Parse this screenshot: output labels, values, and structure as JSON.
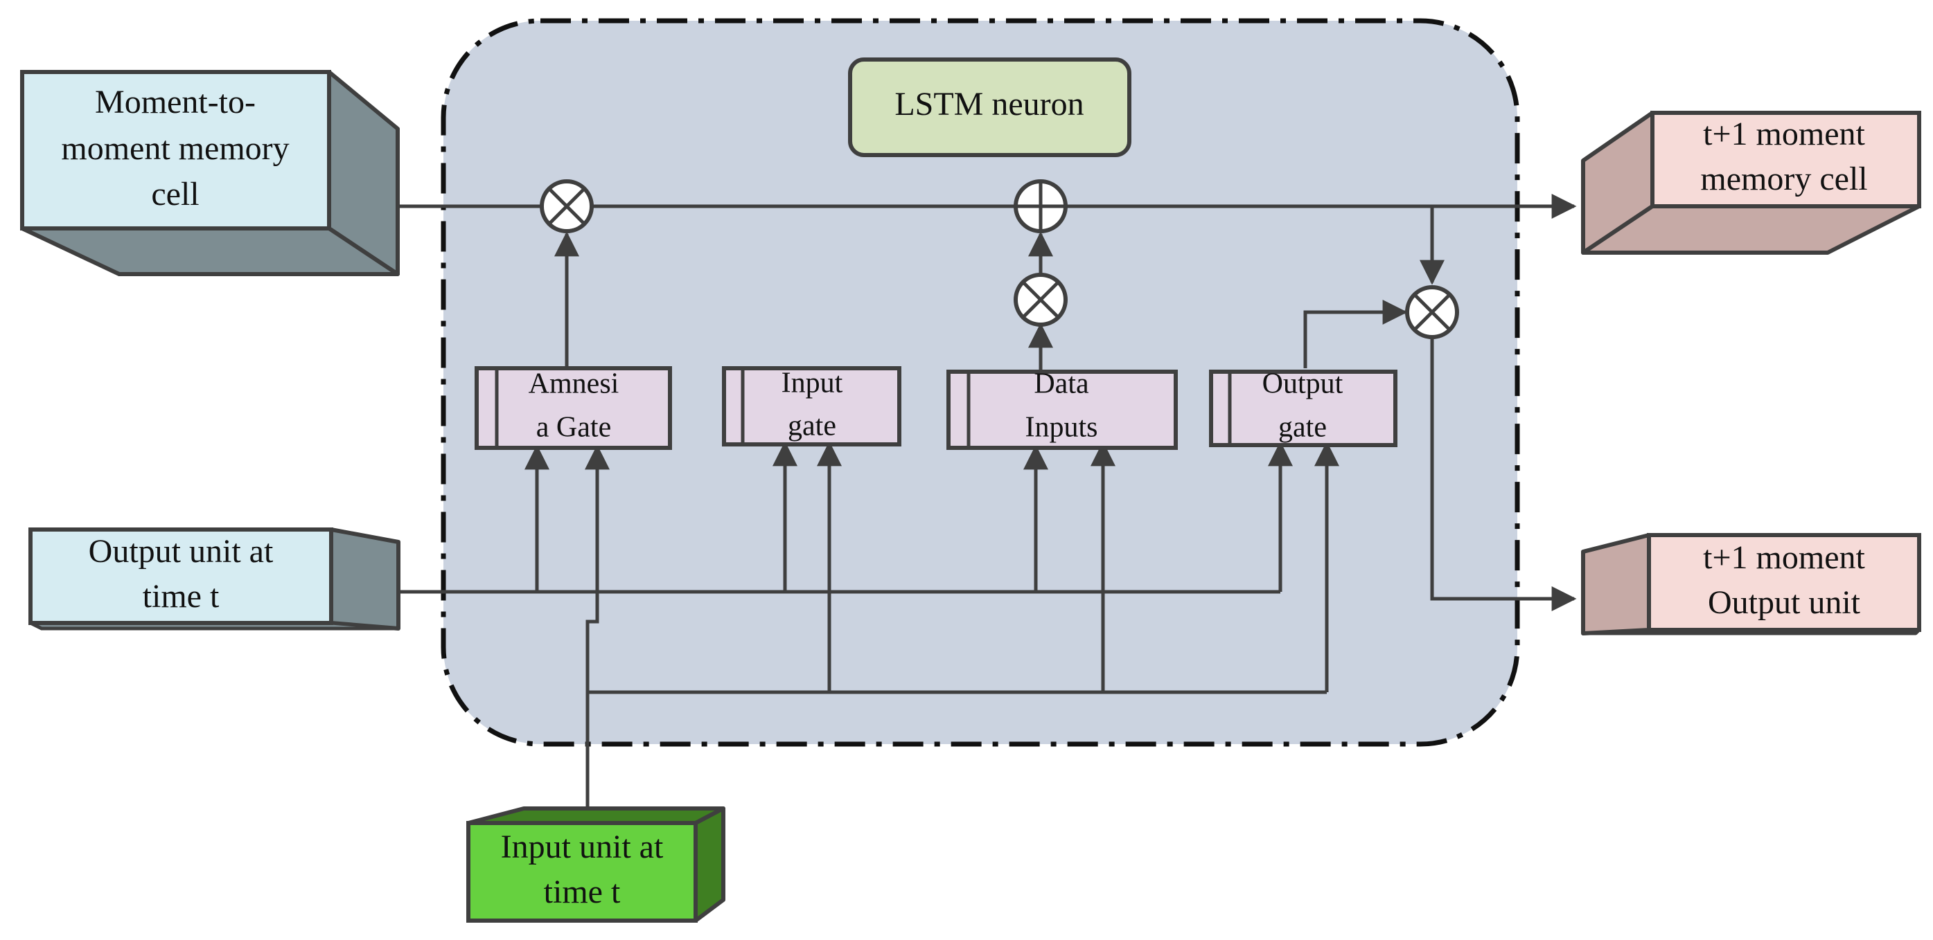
{
  "neuron": {
    "title": "LSTM neuron"
  },
  "inputs": {
    "memory_cell": {
      "line1": "Moment-to-",
      "line2": "moment memory",
      "line3": "cell"
    },
    "output_unit": {
      "line1": "Output unit at",
      "line2": "time t"
    },
    "input_unit": {
      "line1": "Input unit at",
      "line2": "time t"
    }
  },
  "outputs": {
    "memory_cell": {
      "line1": "t+1 moment",
      "line2": "memory cell"
    },
    "output_unit": {
      "line1": "t+1 moment",
      "line2": "Output unit"
    }
  },
  "gates": {
    "amnesia": {
      "line1": "Amnesi",
      "line2": "a Gate"
    },
    "input": {
      "line1": "Input",
      "line2": "gate"
    },
    "data": {
      "line1": "Data",
      "line2": "Inputs"
    },
    "output": {
      "line1": "Output",
      "line2": "gate"
    }
  },
  "operators": {
    "multiply": "multiply-icon",
    "add": "add-icon"
  },
  "colors": {
    "neuron_bg": "#cbd3e0",
    "title_bg": "#d4e2bd",
    "input_box": "#d6ecf2",
    "input_side": "#7d8d92",
    "output_box": "#f6dbd8",
    "output_side": "#c6aaa6",
    "green_front": "#66d13f",
    "green_side": "#3f7f22",
    "gate_box": "#e3d6e5",
    "line": "#3f3f3f"
  }
}
